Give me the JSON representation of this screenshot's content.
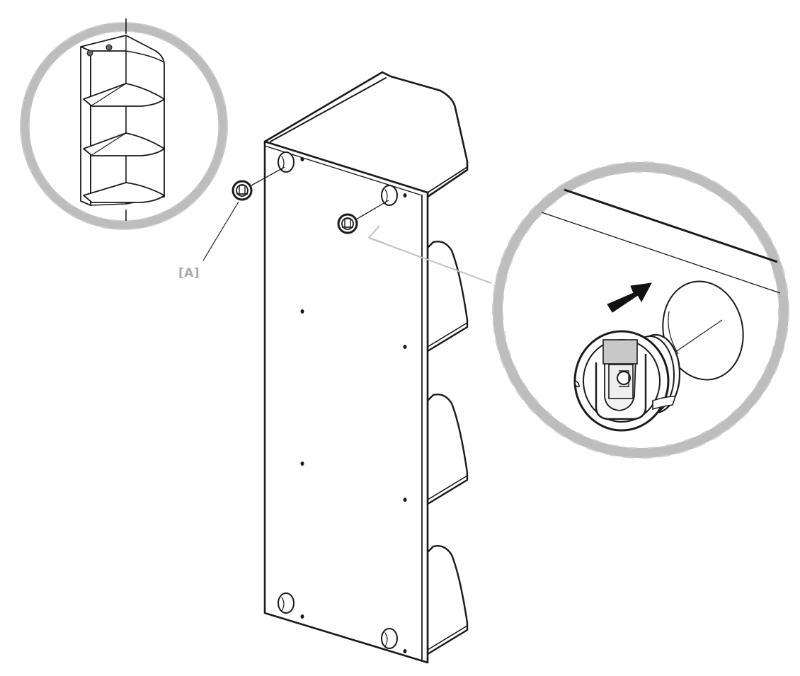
{
  "diagram": {
    "callout_label": "[A]",
    "colors": {
      "line": "#1a1a1a",
      "callout_ring": "#bdbdbd",
      "label": "#a9a9a9",
      "tab": "#c8c8c8",
      "arrow": "#111111"
    },
    "icons": [
      "cabinet-overview",
      "wall-hanger-fitting",
      "push-arrow"
    ]
  }
}
